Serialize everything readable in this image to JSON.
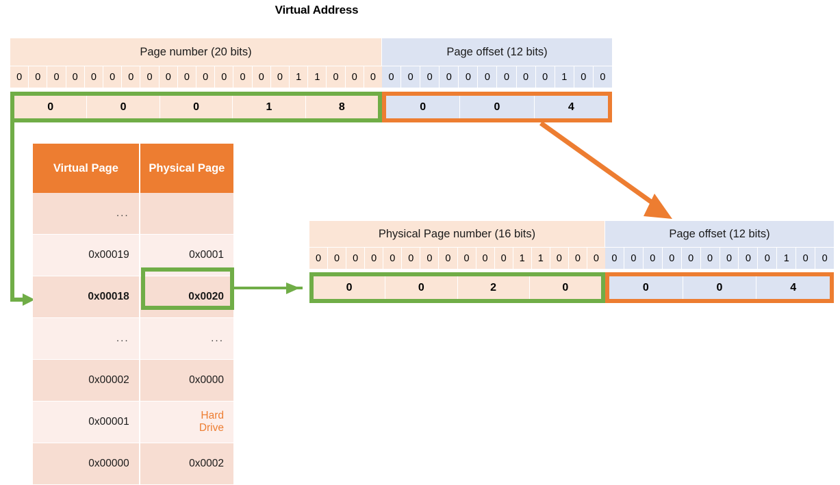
{
  "title": "Virtual Address",
  "colors": {
    "peach": "#FBE5D6",
    "blue": "#DCE3F2",
    "orange": "#ED7D31",
    "green": "#70AD47",
    "row_dark": "#F7DDD2",
    "row_light": "#FCEEEA"
  },
  "virtual_address": {
    "page_number": {
      "label": "Page number (20 bits)",
      "bits": [
        "0",
        "0",
        "0",
        "0",
        "0",
        "0",
        "0",
        "0",
        "0",
        "0",
        "0",
        "0",
        "0",
        "0",
        "0",
        "1",
        "1",
        "0",
        "0",
        "0"
      ],
      "nibbles": [
        "0",
        "0",
        "0",
        "1",
        "8"
      ]
    },
    "page_offset": {
      "label": "Page offset (12 bits)",
      "bits": [
        "0",
        "0",
        "0",
        "0",
        "0",
        "0",
        "0",
        "0",
        "0",
        "1",
        "0",
        "0"
      ],
      "nibbles": [
        "0",
        "0",
        "4"
      ]
    }
  },
  "physical_address": {
    "page_number": {
      "label": "Physical Page number (16 bits)",
      "bits": [
        "0",
        "0",
        "0",
        "0",
        "0",
        "0",
        "0",
        "0",
        "0",
        "0",
        "0",
        "1",
        "1",
        "0",
        "0",
        "0"
      ],
      "nibbles": [
        "0",
        "0",
        "2",
        "0"
      ]
    },
    "page_offset": {
      "label": "Page offset (12 bits)",
      "bits": [
        "0",
        "0",
        "0",
        "0",
        "0",
        "0",
        "0",
        "0",
        "0",
        "1",
        "0",
        "0"
      ],
      "nibbles": [
        "0",
        "0",
        "4"
      ]
    }
  },
  "page_table": {
    "headers": [
      "Virtual Page",
      "Physical Page"
    ],
    "rows": [
      {
        "virtual": "...",
        "physical": "",
        "shade": "dark",
        "bold": false,
        "hard_drive": false,
        "virtual_dots": true,
        "physical_dots": false
      },
      {
        "virtual": "0x00019",
        "physical": "0x0001",
        "shade": "light",
        "bold": false,
        "hard_drive": false,
        "virtual_dots": false,
        "physical_dots": false
      },
      {
        "virtual": "0x00018",
        "physical": "0x0020",
        "shade": "dark",
        "bold": true,
        "hard_drive": false,
        "virtual_dots": false,
        "physical_dots": false
      },
      {
        "virtual": "...",
        "physical": "...",
        "shade": "light",
        "bold": false,
        "hard_drive": false,
        "virtual_dots": true,
        "physical_dots": true
      },
      {
        "virtual": "0x00002",
        "physical": "0x0000",
        "shade": "dark",
        "bold": false,
        "hard_drive": false,
        "virtual_dots": false,
        "physical_dots": false
      },
      {
        "virtual": "0x00001",
        "physical": "Hard Drive",
        "shade": "light",
        "bold": false,
        "hard_drive": true,
        "virtual_dots": false,
        "physical_dots": false
      },
      {
        "virtual": "0x00000",
        "physical": "0x0002",
        "shade": "dark",
        "bold": false,
        "hard_drive": false,
        "virtual_dots": false,
        "physical_dots": false
      }
    ]
  }
}
